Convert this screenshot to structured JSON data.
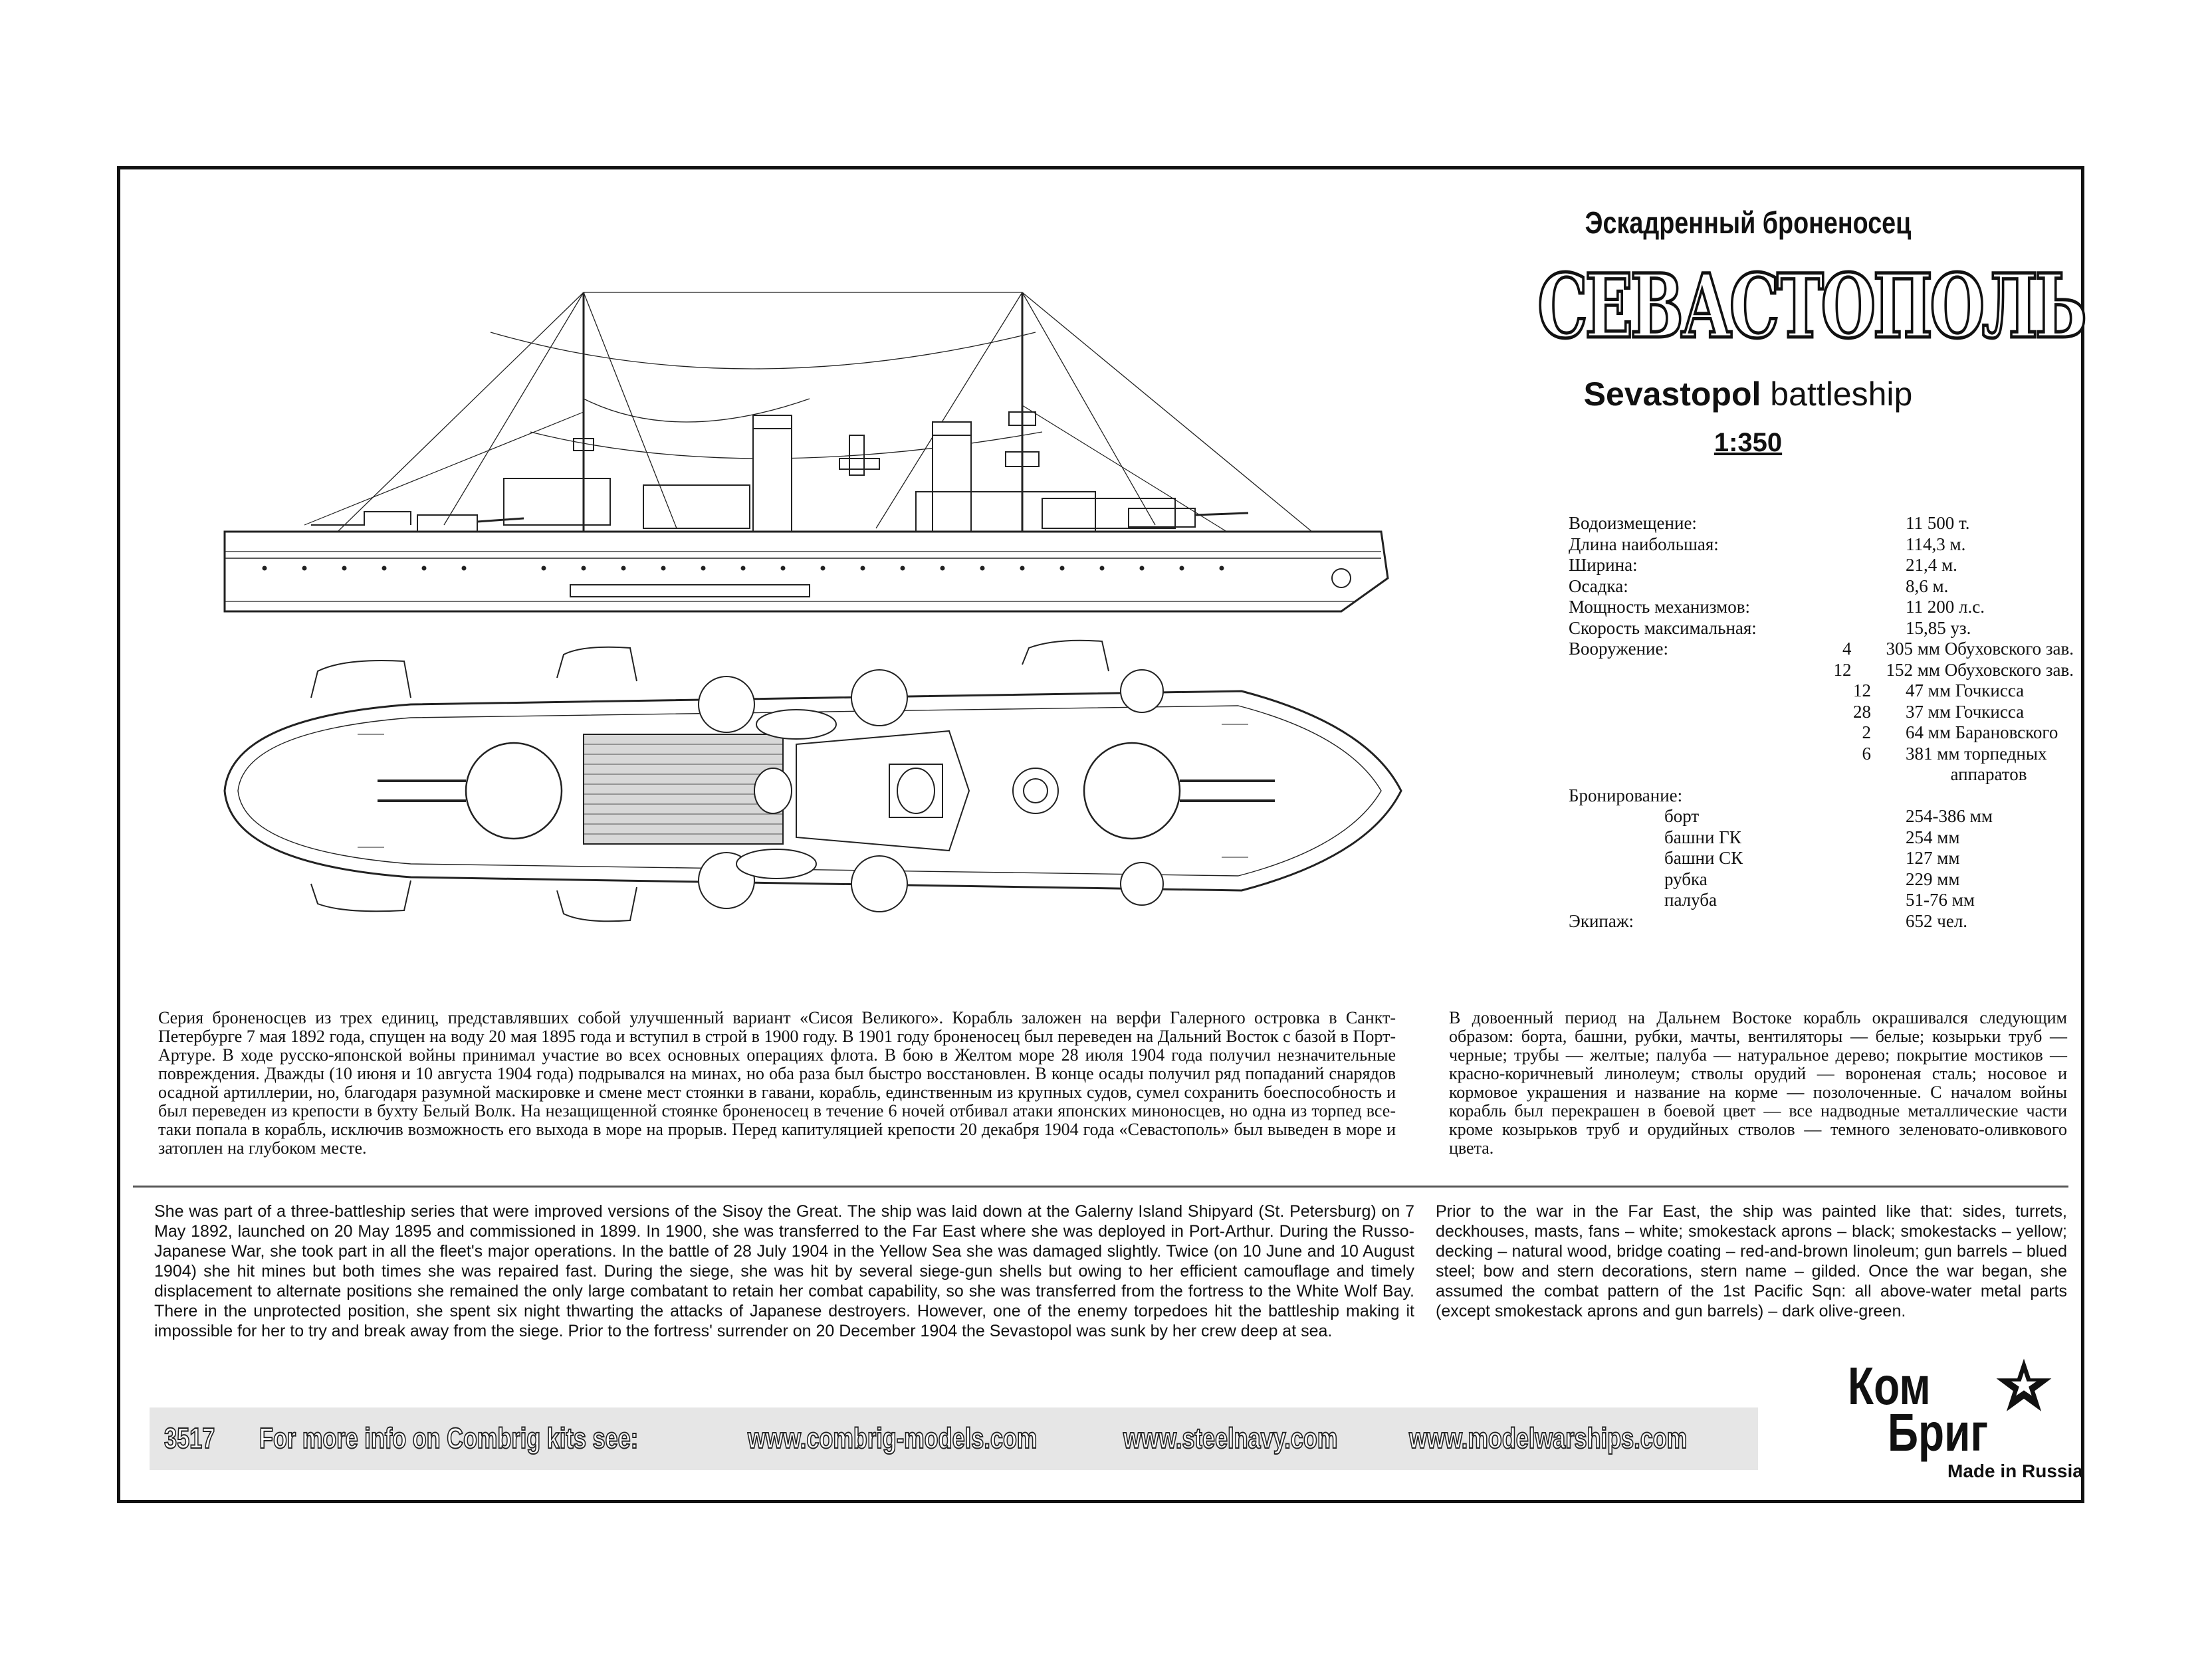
{
  "header": {
    "subtitle_ru": "Эскадренный броненосец",
    "name_ru": "СЕВАСТОПОЛЬ",
    "name_en_bold": "Sevastopol",
    "name_en_rest": " battleship",
    "scale": "1:350"
  },
  "specs": [
    {
      "label": "Водоизмещение:",
      "qty": "",
      "value": "11 500 т."
    },
    {
      "label": "Длина наибольшая:",
      "qty": "",
      "value": "114,3 м."
    },
    {
      "label": "Ширина:",
      "qty": "",
      "value": "21,4 м."
    },
    {
      "label": "Осадка:",
      "qty": "",
      "value": "8,6 м."
    },
    {
      "label": "Мощность механизмов:",
      "qty": "",
      "value": "11 200 л.с."
    },
    {
      "label": "Скорость максимальная:",
      "qty": "",
      "value": "15,85 уз."
    },
    {
      "label": "Вооружение:",
      "qty": "4",
      "value": "305 мм Обуховского зав."
    },
    {
      "label": "",
      "qty": "12",
      "value": "152 мм Обуховского зав."
    },
    {
      "label": "",
      "qty": "12",
      "value": "47 мм Гочкисса"
    },
    {
      "label": "",
      "qty": "28",
      "value": "37 мм Гочкисса"
    },
    {
      "label": "",
      "qty": "2",
      "value": "64 мм Барановского"
    },
    {
      "label": "",
      "qty": "6",
      "value": "381 мм торпедных"
    },
    {
      "label": "",
      "qty": "",
      "value": "          аппаратов"
    },
    {
      "label": "Бронирование:",
      "qty": "",
      "value": ""
    },
    {
      "label": "борт",
      "qty": "",
      "value": "254-386 мм",
      "indent": true
    },
    {
      "label": "башни ГК",
      "qty": "",
      "value": "254 мм",
      "indent": true
    },
    {
      "label": "башни СК",
      "qty": "",
      "value": "127 мм",
      "indent": true
    },
    {
      "label": "рубка",
      "qty": "",
      "value": "229 мм",
      "indent": true
    },
    {
      "label": "палуба",
      "qty": "",
      "value": "51-76 мм",
      "indent": true
    },
    {
      "label": "Экипаж:",
      "qty": "",
      "value": "652 чел."
    }
  ],
  "text": {
    "ru_left": "Серия броненосцев из трех единиц, представлявших собой улучшенный вариант «Сисоя Великого». Корабль заложен на верфи Галерного островка в Санкт-Петербурге 7 мая 1892 года, спущен на воду 20 мая 1895 года и вступил в строй в 1900 году. В 1901 году броненосец был переведен на Дальний Восток с базой в Порт-Артуре. В ходе русско-японской войны принимал участие во всех основных операциях флота. В бою в Желтом море 28 июля 1904 года получил незначительные повреждения. Дважды (10 июня и 10 августа 1904 года) подрывался на минах, но оба раза был быстро восстановлен. В конце осады получил ряд попаданий снарядов осадной артиллерии, но, благодаря разумной маскировке и смене мест стоянки в гавани, корабль, единственным из крупных судов, сумел сохранить боеспособность и был переведен из крепости в бухту Белый Волк. На незащищенной стоянке броненосец в течение 6 ночей отбивал атаки японских миноносцев, но одна из торпед все-таки попала в корабль, исключив возможность его выхода в море на прорыв. Перед капитуляцией крепости 20 декабря 1904 года «Севастополь» был выведен в море и затоплен на глубоком месте.",
    "ru_right": "В довоенный период на Дальнем Востоке корабль окрашивался следующим образом: борта, башни, рубки, мачты, вентиляторы — белые; козырьки труб — черные; трубы — желтые; палуба — натуральное дерево; покрытие мостиков — красно-коричневый линолеум; стволы орудий — вороненая сталь; носовое и кормовое украшения и название на корме — позолоченные. С началом войны корабль был перекрашен в боевой цвет — все надводные металлические части кроме козырьков труб и орудийных стволов — темного зеленовато-оливкового цвета.",
    "en_left": "She was part of a three-battleship series that were improved versions of the Sisoy the Great. The ship was laid down at the Galerny Island Shipyard (St. Petersburg) on 7 May 1892, launched on 20 May 1895 and commissioned in 1899. In 1900, she was transferred to the Far East where she was deployed in Port-Arthur. During the Russo-Japanese War, she took part in all the fleet's major operations. In the battle of 28 July 1904 in the Yellow Sea she was damaged slightly. Twice (on 10 June and 10 August 1904) she hit mines but both times she was repaired fast. During the siege, she was hit by several siege-gun shells but owing to her efficient camouflage and timely displacement to alternate positions she remained the only large combatant to retain her combat capability, so she was transferred from the fortress to the White Wolf Bay. There in the unprotected position, she spent six night thwarting the attacks of Japanese destroyers. However, one of the enemy torpedoes hit the battleship making it impossible for her to try and break away from the siege. Prior to the fortress' surrender on 20 December 1904 the Sevastopol was sunk by her crew deep at sea.",
    "en_right": "Prior to the war in the Far East, the ship was painted like that: sides, turrets, deckhouses, masts, fans – white; smokestack aprons – black; smokestacks – yellow; decking – natural wood, bridge coating – red-and-brown linoleum; gun barrels – blued steel; bow and stern decorations, stern name – gilded. Once the war began, she assumed the combat pattern of the 1st Pacific Sqn: all above-water metal parts (except smokestack aprons and gun barrels) – dark olive-green."
  },
  "footer": {
    "kit_number": "3517",
    "more_info": "For more info on Combrig kits see:",
    "site1": "www.combrig-models.com",
    "site2": "www.steelnavy.com",
    "site3": "www.modelwarships.com"
  },
  "logo": {
    "line1": "Ком",
    "line2": "Бриг",
    "made_in": "Made in Russia"
  }
}
